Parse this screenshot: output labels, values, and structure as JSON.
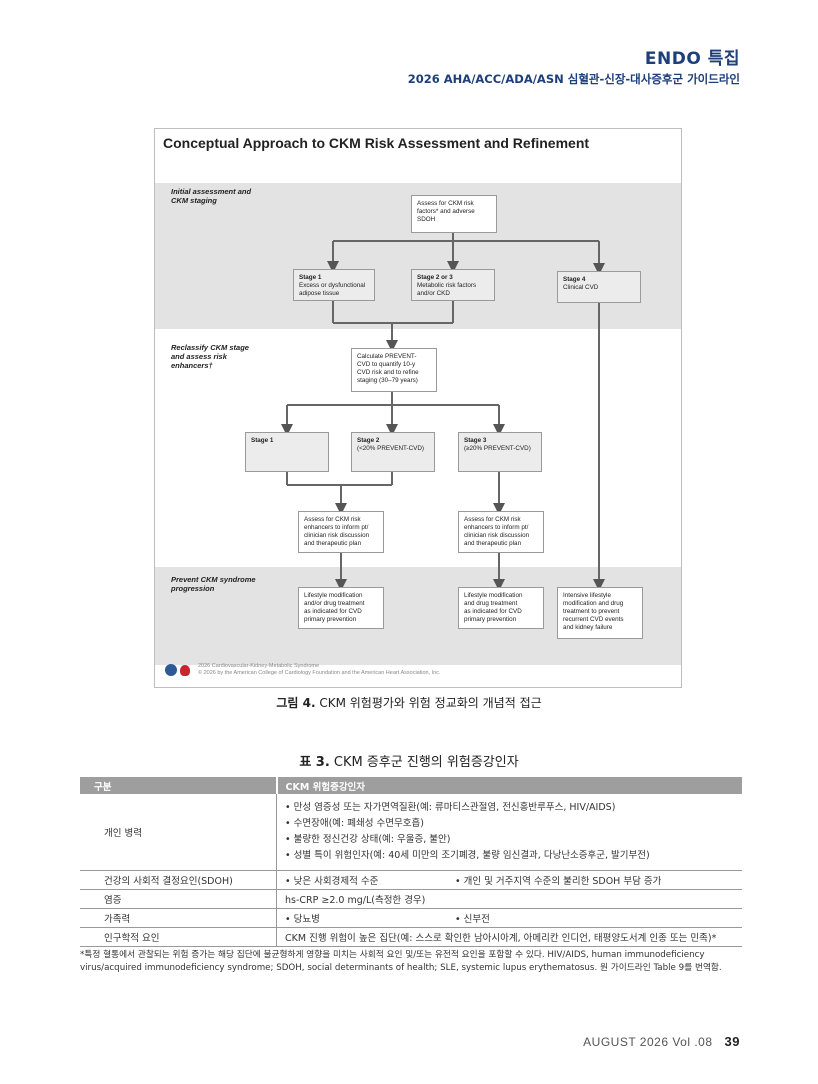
{
  "header": {
    "title": "ENDO 특집",
    "subtitle": "2026 AHA/ACC/ADA/ASN 심혈관-신장-대사증후군 가이드라인"
  },
  "figure": {
    "title": "Conceptual Approach to CKM Risk Assessment and Refinement",
    "bands": {
      "initial": "Initial assessment and CKM staging",
      "reclassify": "Reclassify CKM stage and assess risk enhancers†",
      "prevent": "Prevent CKM syndrome progression"
    },
    "boxes": {
      "assess_top": "Assess for CKM risk\nfactors* and adverse\nSDOH",
      "s1_title": "Stage 1",
      "s1_desc": "Excess or dysfunctional\nadipose tissue",
      "s23_title": "Stage 2 or 3",
      "s23_desc": "Metabolic risk factors\nand/or CKD",
      "s4_title": "Stage 4",
      "s4_desc": "Clinical CVD",
      "prevent_calc": "Calculate PREVENT-\nCVD to quantify 10-y\nCVD risk and to refine\nstaging (30–79 years)",
      "r1_title": "Stage 1",
      "r2_title": "Stage 2",
      "r2_desc": "(<20% PREVENT-CVD)",
      "r3_title": "Stage 3",
      "r3_desc": "(≥20% PREVENT-CVD)",
      "enh_left": "Assess for CKM risk\nenhancers to inform pt/\nclinician risk discussion\nand therapeutic plan",
      "enh_right": "Assess for CKM risk\nenhancers to inform pt/\nclinician risk discussion\nand therapeutic plan",
      "life_left": "Lifestyle modification\nand/or drug treatment\nas indicated for CVD\nprimary prevention",
      "life_mid": "Lifestyle modification\nand drug treatment\nas indicated for CVD\nprimary prevention",
      "life_right": "Intensive lifestyle\nmodification and drug\ntreatment to prevent\nrecurrent CVD events\nand kidney failure"
    },
    "footer_line1": "2026 Cardiovascular-Kidney-Metabolic Syndrome",
    "footer_line2": "© 2026 by the American College of Cardiology Foundation and the American Heart Association, Inc."
  },
  "figure_caption": {
    "label": "그림 4.",
    "text": " CKM 위험평가와 위험 정교화의 개념적 접근"
  },
  "table_caption": {
    "label": "표 3.",
    "text": " CKM 증후군 진행의 위험증강인자"
  },
  "table": {
    "headers": [
      "구분",
      "CKM 위험증강인자"
    ],
    "rows": [
      {
        "category": "개인 병력",
        "items": [
          "• 만성 염증성 또는 자가면역질환(예: 류마티스관절염, 전신홍반루푸스, HIV/AIDS)",
          "• 수면장애(예: 폐쇄성 수면무호흡)",
          "• 불량한 정신건강 상태(예: 우울증, 불안)",
          "• 성별 특이 위험인자(예: 40세 미만의 조기폐경, 불량 임신결과, 다낭난소증후군, 발기부전)"
        ]
      },
      {
        "category": "건강의 사회적 결정요인(SDOH)",
        "col_a": "• 낮은 사회경제적 수준",
        "col_b": "• 개인 및 거주지역 수준의 불리한 SDOH 부담 증가"
      },
      {
        "category": "염증",
        "text": "hs-CRP ≥2.0 mg/L(측정한 경우)"
      },
      {
        "category": "가족력",
        "col_a": "• 당뇨병",
        "col_b": "• 신부전"
      },
      {
        "category": "인구학적 요인",
        "text": "CKM 진행 위험이 높은 집단(예: 스스로 확인한 남아시아계, 아메리칸 인디언, 태평양도서계 인종 또는 민족)*"
      }
    ]
  },
  "footnote": "*특정 혈통에서 관찰되는 위험 증가는 해당 집단에 불균형하게 영향을 미치는 사회적 요인 및/또는 유전적 요인을 포함할 수 있다. HIV/AIDS, human immunodeficiency virus/acquired immunodeficiency syndrome; SDOH, social determinants of health; SLE, systemic lupus erythematosus. 원 가이드라인 Table 9를 번역함.",
  "page_footer": {
    "issue": "AUGUST 2026   Vol .08",
    "page": "39"
  }
}
